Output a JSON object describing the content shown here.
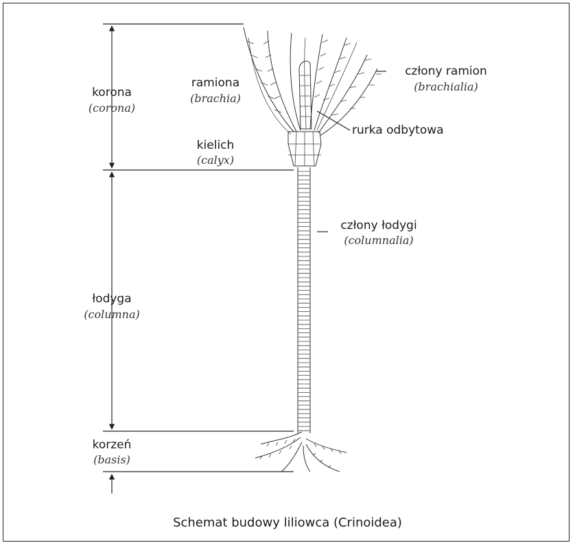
{
  "labels": {
    "korona": "korona",
    "korona_lat": "(corona)",
    "ramiona": "ramiona",
    "ramiona_lat": "(brachia)",
    "czlony_ramion": "człony ramion",
    "czlony_ramion_lat": "(brachialia)",
    "rurka": "rurka odbytowa",
    "kielich": "kielich",
    "kielich_lat": "(calyx)",
    "czlony_lodygi": "człony łodygi",
    "czlony_lodygi_lat": "(columnalia)",
    "lodyga": "łodyga",
    "lodyga_lat": "(columna)",
    "korzen": "korzeń",
    "korzen_lat": "(basis)"
  },
  "caption": "Schemat budowy liliowca (Crinoidea)"
}
